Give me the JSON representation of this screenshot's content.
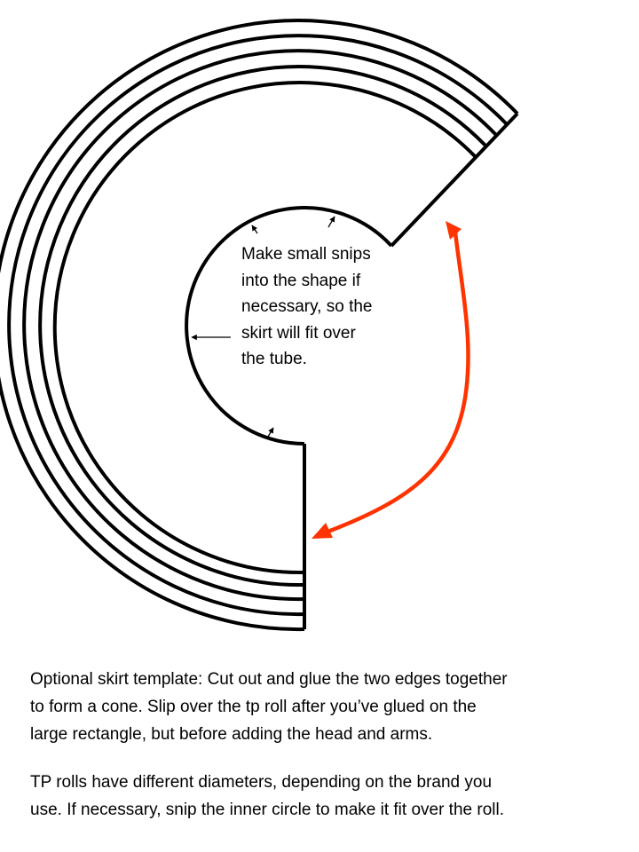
{
  "template": {
    "note": "Make small snips into the shape if necessary, so the skirt will fit over the tube.",
    "arrow_color": "#ff3300",
    "line_color": "#000000"
  },
  "caption": {
    "paragraph_1": "Optional skirt template:  Cut out and glue the two edges together\nto form a cone.  Slip over the tp roll after you’ve glued on the\nlarge rectangle, but before adding the head and arms.",
    "paragraph_2": "TP rolls have different diameters, depending on the brand you\nuse.  If necessary, snip the inner circle to make it fit over the roll."
  }
}
